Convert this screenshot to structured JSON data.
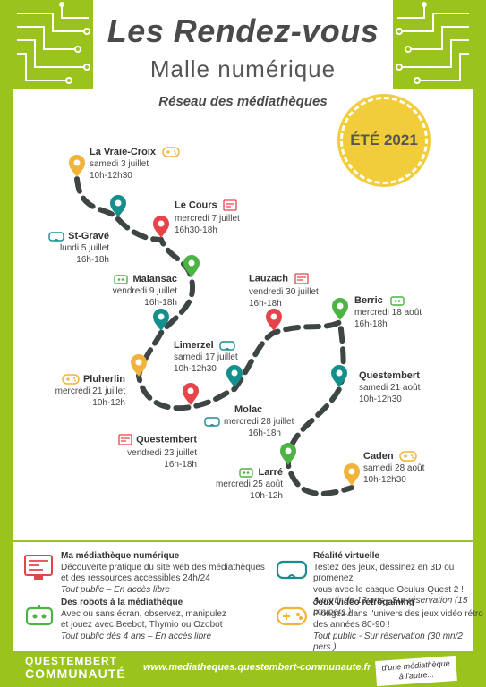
{
  "header": {
    "title": "Les Rendez-vous",
    "subtitle": "Malle  numérique",
    "network": "Réseau des médiathèques",
    "badge": "ÉTÉ 2021"
  },
  "colors": {
    "green": "#9bc31e",
    "pin_red": "#e7434b",
    "pin_teal": "#148f8c",
    "pin_green": "#4cb344",
    "pin_yellow": "#f2b33a",
    "path": "#3d4545",
    "badge": "#f2cd3b"
  },
  "stops": [
    {
      "name": "La Vraie-Croix",
      "date": "samedi 3 juillet",
      "time": "10h-12h30",
      "icon": "gamepad-icon"
    },
    {
      "name": "Le Cours",
      "date": "mercredi 7 juillet",
      "time": "16h30-18h",
      "icon": "website-icon"
    },
    {
      "name": "St-Gravé",
      "date": "lundi 5 juillet",
      "time": "16h-18h",
      "icon": "vr-headset-icon"
    },
    {
      "name": "Malansac",
      "date": "vendredi 9 juillet",
      "time": "16h-18h",
      "icon": "robot-icon"
    },
    {
      "name": "Lauzach",
      "date": "vendredi 30 juillet",
      "time": "16h-18h",
      "icon": "website-icon"
    },
    {
      "name": "Berric",
      "date": "mercredi 18 août",
      "time": "16h-18h",
      "icon": "robot-icon"
    },
    {
      "name": "Limerzel",
      "date": "samedi 17 juillet",
      "time": "10h-12h30",
      "icon": "vr-headset-icon"
    },
    {
      "name": "Pluherlin",
      "date": "mercredi 21 juillet",
      "time": "10h-12h",
      "icon": "gamepad-icon"
    },
    {
      "name": "Questembert",
      "date": "samedi 21 août",
      "time": "10h-12h30",
      "icon": ""
    },
    {
      "name": "Molac",
      "date": "mercredi 28 juillet",
      "time": "16h-18h",
      "icon": "vr-headset-icon"
    },
    {
      "name": "Questembert",
      "date": "vendredi 23 juillet",
      "time": "16h-18h",
      "icon": "website-icon"
    },
    {
      "name": "Caden",
      "date": "samedi 28 août",
      "time": "10h-12h30",
      "icon": "gamepad-icon"
    },
    {
      "name": "Larré",
      "date": "mercredi 25 août",
      "time": "10h-12h",
      "icon": "robot-icon"
    }
  ],
  "activities": [
    {
      "title": "Ma médiathèque numérique",
      "lines": [
        "Découverte pratique du site web des médiathèques",
        "et des ressources accessibles 24h/24"
      ],
      "note": "Tout public – En accès libre",
      "icon": "website-icon"
    },
    {
      "title": "Réalité virtuelle",
      "lines": [
        "Testez des jeux, dessinez en 3D ou promenez",
        "vous avec le casque Oculus Quest 2 !"
      ],
      "note": "A partir de 13 ans - Sur réservation (15 mn/pers.)",
      "icon": "vr-headset-icon"
    },
    {
      "title": "Des robots à la médiathèque",
      "lines": [
        "Avec ou sans écran, observez, manipulez",
        "et jouez avec Beebot, Thymio ou Ozobot"
      ],
      "note": "Tout public dès 4 ans – En accès libre",
      "icon": "robot-icon"
    },
    {
      "title": "Jeux vidéo rétrogaming",
      "lines": [
        "Plongez dans l'univers des jeux vidéo rétro",
        "des années 80-90 !"
      ],
      "note": "Tout public - Sur réservation (30 mn/2 pers.)",
      "icon": "gamepad-icon"
    }
  ],
  "footer": {
    "logo_line1": "QUESTEMBERT",
    "logo_line2": "COMMUNAUTÉ",
    "url": "www.mediatheques.questembert-communaute.fr",
    "partner_line1": "d'une médiathèque",
    "partner_line2": "à l'autre..."
  }
}
